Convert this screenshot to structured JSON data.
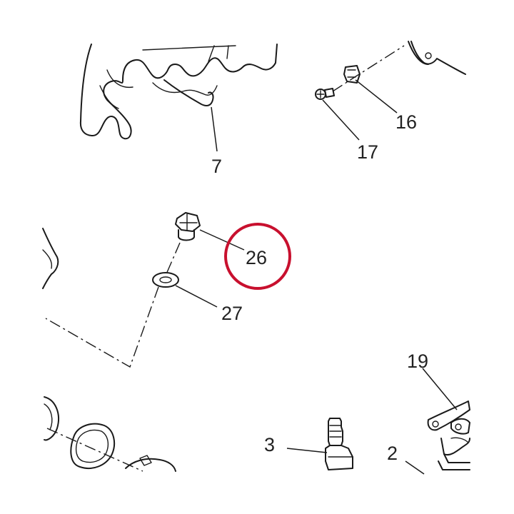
{
  "diagram": {
    "highlight_color": "#c8102e",
    "highlighted_part": "26",
    "callouts": [
      {
        "id": "7",
        "label": "7"
      },
      {
        "id": "16",
        "label": "16"
      },
      {
        "id": "17",
        "label": "17"
      },
      {
        "id": "26",
        "label": "26"
      },
      {
        "id": "27",
        "label": "27"
      },
      {
        "id": "19",
        "label": "19"
      },
      {
        "id": "3",
        "label": "3"
      },
      {
        "id": "2",
        "label": "2"
      }
    ]
  }
}
